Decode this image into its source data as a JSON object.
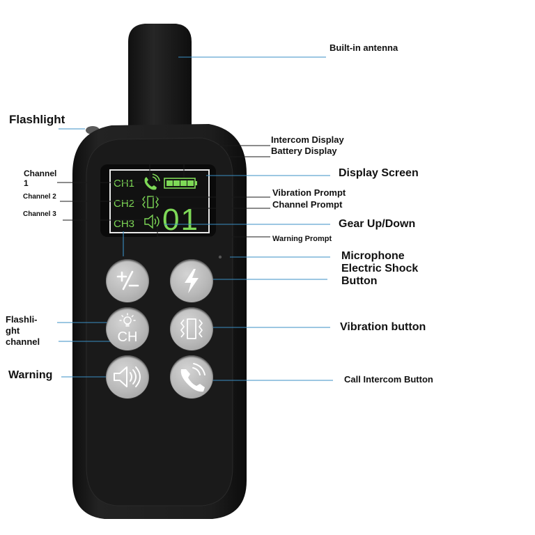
{
  "callouts": {
    "antenna": "Built-in antenna",
    "flashlight": "Flashlight",
    "intercom_display": "Intercom Display",
    "battery_display": "Battery Display",
    "display_screen": "Display Screen",
    "channel_1_line1": "Channel",
    "channel_1_line2": "1",
    "channel_2": "Channel 2",
    "channel_3": "Channel 3",
    "vibration_prompt": "Vibration Prompt",
    "channel_prompt": "Channel Prompt",
    "gear_up_down": "Gear Up/Down",
    "warning_prompt": "Warning Prompt",
    "microphone": "Microphone",
    "electric_shock_line1": "Electric Shock",
    "electric_shock_line2": "Button",
    "flashlight_channel_line1": "Flashli-",
    "flashlight_channel_line2": "ght",
    "flashlight_channel_line3": "channel",
    "vibration_button": "Vibration button",
    "warning": "Warning",
    "call_intercom_button": "Call Intercom Button"
  },
  "screen": {
    "ch1": "CH1",
    "ch2": "CH2",
    "ch3": "CH3",
    "level": "01"
  },
  "buttons": {
    "gear": "+/−",
    "flashlight_ch": "CH"
  },
  "colors": {
    "device_body": "#1c1c1c",
    "lcd_background": "#0d0d0d",
    "lcd_text": "#7ed957",
    "button": "#b8b8b8",
    "leader_line": "#3a8fc4"
  },
  "icons": [
    "lightning-icon",
    "bulb-icon",
    "vibration-icon",
    "speaker-icon",
    "phone-icon",
    "battery-icon",
    "antenna-icon"
  ]
}
